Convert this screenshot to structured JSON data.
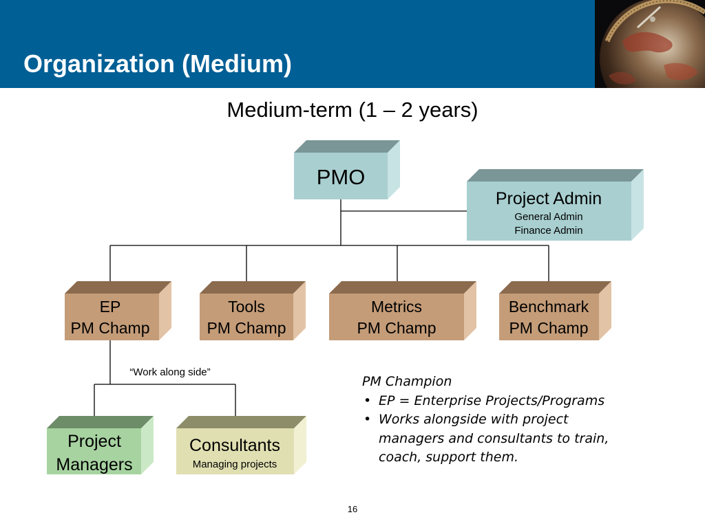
{
  "slide": {
    "title": "Organization (Medium)",
    "subtitle": "Medium-term (1 – 2 years)",
    "page_number": "16"
  },
  "colors": {
    "header_bg": "#005f95",
    "blue_box": "#a9cfd0",
    "tan_box": "#c49c78",
    "green_box": "#a7d3a1",
    "olive_box": "#e0dfb2"
  },
  "org": {
    "pmo": {
      "label": "PMO"
    },
    "project_admin": {
      "label": "Project Admin",
      "sub1": "General Admin",
      "sub2": "Finance Admin"
    },
    "ep": {
      "line1": "EP",
      "line2": "PM Champ"
    },
    "tools": {
      "line1": "Tools",
      "line2": "PM Champ"
    },
    "metrics": {
      "line1": "Metrics",
      "line2": "PM Champ"
    },
    "benchmark": {
      "line1": "Benchmark",
      "line2": "PM Champ"
    },
    "project_managers": {
      "line1": "Project",
      "line2": "Managers"
    },
    "consultants": {
      "label": "Consultants",
      "sub": "Managing projects"
    },
    "work_along_side": "“Work along side”"
  },
  "notes": {
    "heading": "PM Champion",
    "bullet_symbol": "•",
    "items": [
      {
        "lines": [
          "EP = Enterprise Projects/Programs"
        ]
      },
      {
        "lines": [
          "Works alongside with project",
          "managers and consultants to train,",
          "coach, support them."
        ]
      }
    ]
  }
}
